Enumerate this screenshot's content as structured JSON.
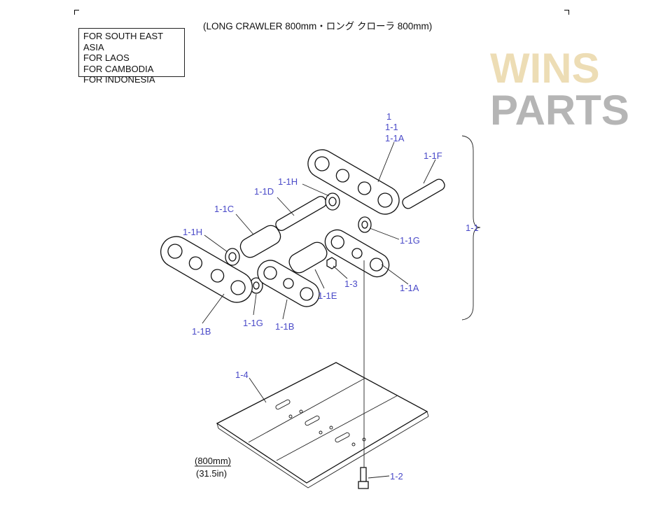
{
  "title": "(LONG CRAWLER 800mm・ロング クローラ 800mm)",
  "regions": [
    "FOR SOUTH EAST ASIA",
    "FOR LAOS",
    "FOR CAMBODIA",
    "FOR INDONESIA"
  ],
  "callouts": {
    "c1": "1",
    "c1_1_top": "1-1",
    "c1_1A_top": "1-1A",
    "c1_1F": "1-1F",
    "c1_1H_a": "1-1H",
    "c1_1D": "1-1D",
    "c1_1C": "1-1C",
    "c1_1H_b": "1-1H",
    "c1_1G_a": "1-1G",
    "c1_1_bracket": "1-1",
    "c1_3": "1-3",
    "c1_1E": "1-1E",
    "c1_1A_low": "1-1A",
    "c1_1G_b": "1-1G",
    "c1_1B_a": "1-1B",
    "c1_1B_b": "1-1B",
    "c1_4": "1-4",
    "c1_2": "1-2"
  },
  "dimension": {
    "metric": "(800mm)",
    "imperial": "(31.5in)"
  },
  "watermark": {
    "part1": "WINS",
    "part2": "PARTS",
    "color1": "#e0c27a",
    "color2": "#7a7a7a"
  },
  "colors": {
    "callout": "#4a4ac8"
  }
}
